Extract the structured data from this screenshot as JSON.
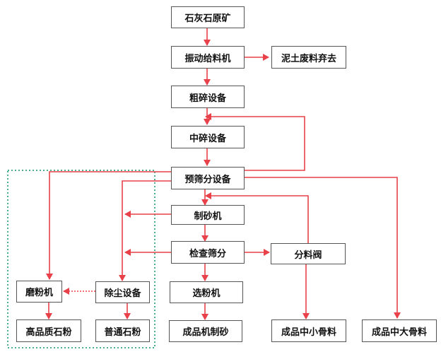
{
  "nodes": {
    "raw_ore": "石灰石原矿",
    "vibrating_feeder": "振动给料机",
    "waste_soil": "泥土废料弃去",
    "coarse_crusher": "粗碎设备",
    "medium_crusher": "中碎设备",
    "pre_screening": "预筛分设备",
    "sand_maker": "制砂机",
    "inspection_screening": "检查筛分",
    "distribution_valve": "分料阀",
    "powder_separator": "选粉机",
    "grinding_mill": "磨粉机",
    "dust_remover": "除尘设备",
    "premium_powder": "高品质石粉",
    "ordinary_powder": "普通石粉",
    "machine_sand": "成品机制砂",
    "small_medium_aggregate": "成品中小骨料",
    "medium_large_aggregate": "成品中大骨料"
  },
  "colors": {
    "arrow": "#e8414a",
    "box_border": "#555555",
    "dotted_region": "#4caf8a"
  }
}
